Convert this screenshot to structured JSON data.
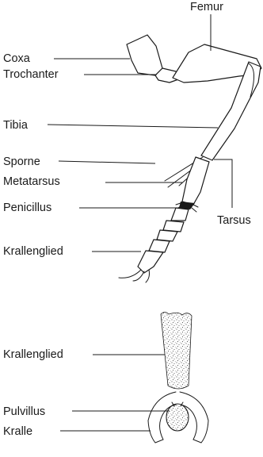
{
  "labels": {
    "femur": "Femur",
    "coxa": "Coxa",
    "trochanter": "Trochanter",
    "tibia": "Tibia",
    "sporne": "Sporne",
    "metatarsus": "Metatarsus",
    "penicillus": "Penicillus",
    "tarsus": "Tarsus",
    "krallenglied_leg": "Krallenglied",
    "krallenglied_detail": "Krallenglied",
    "pulvillus": "Pulvillus",
    "kralle": "Kralle"
  },
  "colors": {
    "ink": "#1a1a1a",
    "background": "#ffffff"
  }
}
